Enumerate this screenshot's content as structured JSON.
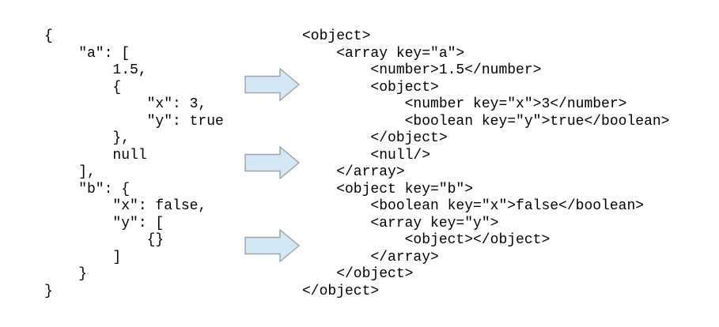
{
  "canvas": {
    "background": "#FFFFFF",
    "text_color": "#000000"
  },
  "json_panel": {
    "language": "json",
    "lines": [
      "{",
      "    \"a\": [",
      "        1.5,",
      "        {",
      "            \"x\": 3,",
      "            \"y\": true",
      "        },",
      "        null",
      "    ],",
      "    \"b\": {",
      "        \"x\": false,",
      "        \"y\": [",
      "            {}",
      "        ]",
      "    }",
      "}"
    ]
  },
  "xml_panel": {
    "language": "xml",
    "lines": [
      "<object>",
      "    <array key=\"a\">",
      "        <number>1.5</number>",
      "        <object>",
      "            <number key=\"x\">3</number>",
      "            <boolean key=\"y\">true</boolean>",
      "        </object>",
      "        <null/>",
      "    </array>",
      "    <object key=\"b\">",
      "        <boolean key=\"x\">false</boolean>",
      "        <array key=\"y\">",
      "            <object></object>",
      "        </array>",
      "    </object>",
      "</object>"
    ]
  },
  "arrows": {
    "count": 3,
    "direction": "right",
    "fill": "#D4E7F5",
    "stroke": "#9BA3AB"
  }
}
